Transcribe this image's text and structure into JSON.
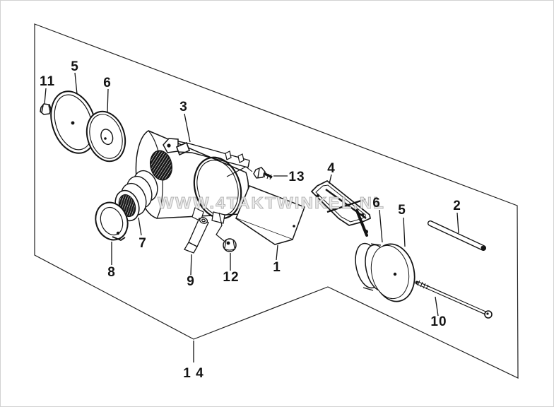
{
  "diagram": {
    "watermark": {
      "text": "WWW.4TAKTWINKEL.NL"
    },
    "part_labels": {
      "p1": "1",
      "p2": "2",
      "p3": "3",
      "p4": "4",
      "p5_left": "5",
      "p5_right": "5",
      "p6_left": "6",
      "p6_right": "6",
      "p7": "7",
      "p8": "8",
      "p9": "9",
      "p10": "10",
      "p11": "11",
      "p12": "12",
      "p13": "13",
      "p14": "1 4"
    },
    "colors": {
      "line": "#141414",
      "background": "#ffffff",
      "watermark_fill": "#eaeaea",
      "watermark_outline": "#8f8f8f"
    }
  }
}
